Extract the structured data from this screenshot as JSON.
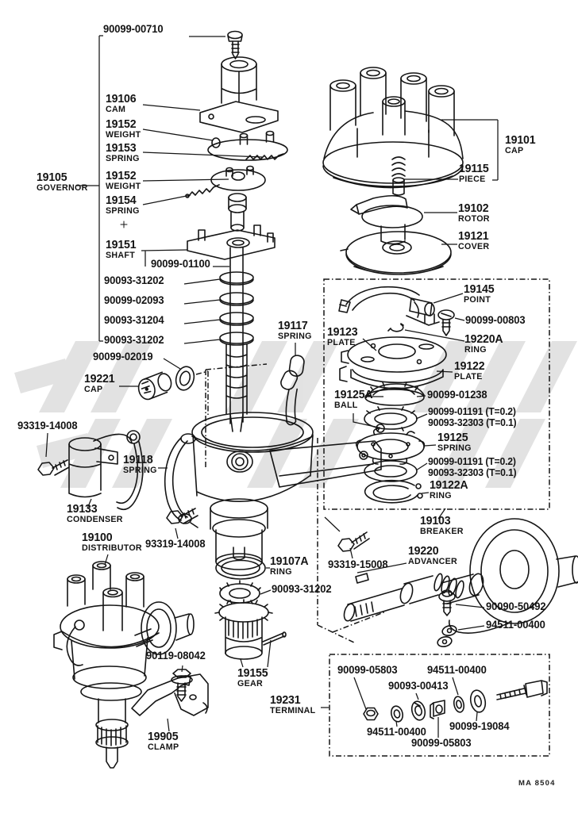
{
  "footer": {
    "code": "MA 8504"
  },
  "callouts": [
    {
      "num": "90099-00710",
      "sub": ""
    },
    {
      "num": "19106",
      "sub": "CAM"
    },
    {
      "num": "19152",
      "sub": "WEIGHT"
    },
    {
      "num": "19153",
      "sub": "SPRING"
    },
    {
      "num": "19105",
      "sub": "GOVERNOR"
    },
    {
      "num": "19152",
      "sub": "WEIGHT"
    },
    {
      "num": "19154",
      "sub": "SPRING"
    },
    {
      "num": "19151",
      "sub": "SHAFT"
    },
    {
      "num": "90099-01100",
      "sub": ""
    },
    {
      "num": "90093-31202",
      "sub": ""
    },
    {
      "num": "90099-02093",
      "sub": ""
    },
    {
      "num": "90093-31204",
      "sub": ""
    },
    {
      "num": "90093-31202",
      "sub": ""
    },
    {
      "num": "90099-02019",
      "sub": ""
    },
    {
      "num": "19221",
      "sub": "CAP"
    },
    {
      "num": "93319-14008",
      "sub": ""
    },
    {
      "num": "19118",
      "sub": "SPRING"
    },
    {
      "num": "19133",
      "sub": "CONDENSER"
    },
    {
      "num": "19100",
      "sub": "DISTRIBUTOR"
    },
    {
      "num": "93319-14008",
      "sub": ""
    },
    {
      "num": "90119-08042",
      "sub": ""
    },
    {
      "num": "19905",
      "sub": "CLAMP"
    },
    {
      "num": "19155",
      "sub": "GEAR"
    },
    {
      "num": "19117",
      "sub": "SPRING"
    },
    {
      "num": "19107A",
      "sub": "RING"
    },
    {
      "num": "90093-31202",
      "sub": ""
    },
    {
      "num": "93319-15008",
      "sub": ""
    },
    {
      "num": "19101",
      "sub": "CAP"
    },
    {
      "num": "19115",
      "sub": "PIECE"
    },
    {
      "num": "19102",
      "sub": "ROTOR"
    },
    {
      "num": "19121",
      "sub": "COVER"
    },
    {
      "num": "19145",
      "sub": "POINT"
    },
    {
      "num": "90099-00803",
      "sub": ""
    },
    {
      "num": "19220A",
      "sub": "RING"
    },
    {
      "num": "19123",
      "sub": "PLATE"
    },
    {
      "num": "19122",
      "sub": "PLATE"
    },
    {
      "num": "19125A",
      "sub": "BALL"
    },
    {
      "num": "90099-01238",
      "sub": ""
    },
    {
      "num": "90099-01191 (T=0.2)",
      "sub": ""
    },
    {
      "num": "90093-32303 (T=0.1)",
      "sub": ""
    },
    {
      "num": "19125",
      "sub": "SPRING"
    },
    {
      "num": "90099-01191 (T=0.2)",
      "sub": ""
    },
    {
      "num": "90093-32303 (T=0.1)",
      "sub": ""
    },
    {
      "num": "19122A",
      "sub": "RING"
    },
    {
      "num": "19103",
      "sub": "BREAKER"
    },
    {
      "num": "19220",
      "sub": "ADVANCER"
    },
    {
      "num": "90090-50492",
      "sub": ""
    },
    {
      "num": "94511-00400",
      "sub": ""
    },
    {
      "num": "19231",
      "sub": "TERMINAL"
    },
    {
      "num": "90099-05803",
      "sub": ""
    },
    {
      "num": "94511-00400",
      "sub": ""
    },
    {
      "num": "90093-00413",
      "sub": ""
    },
    {
      "num": "94511-00400",
      "sub": ""
    },
    {
      "num": "90099-19084",
      "sub": ""
    },
    {
      "num": "90099-05803",
      "sub": ""
    }
  ]
}
